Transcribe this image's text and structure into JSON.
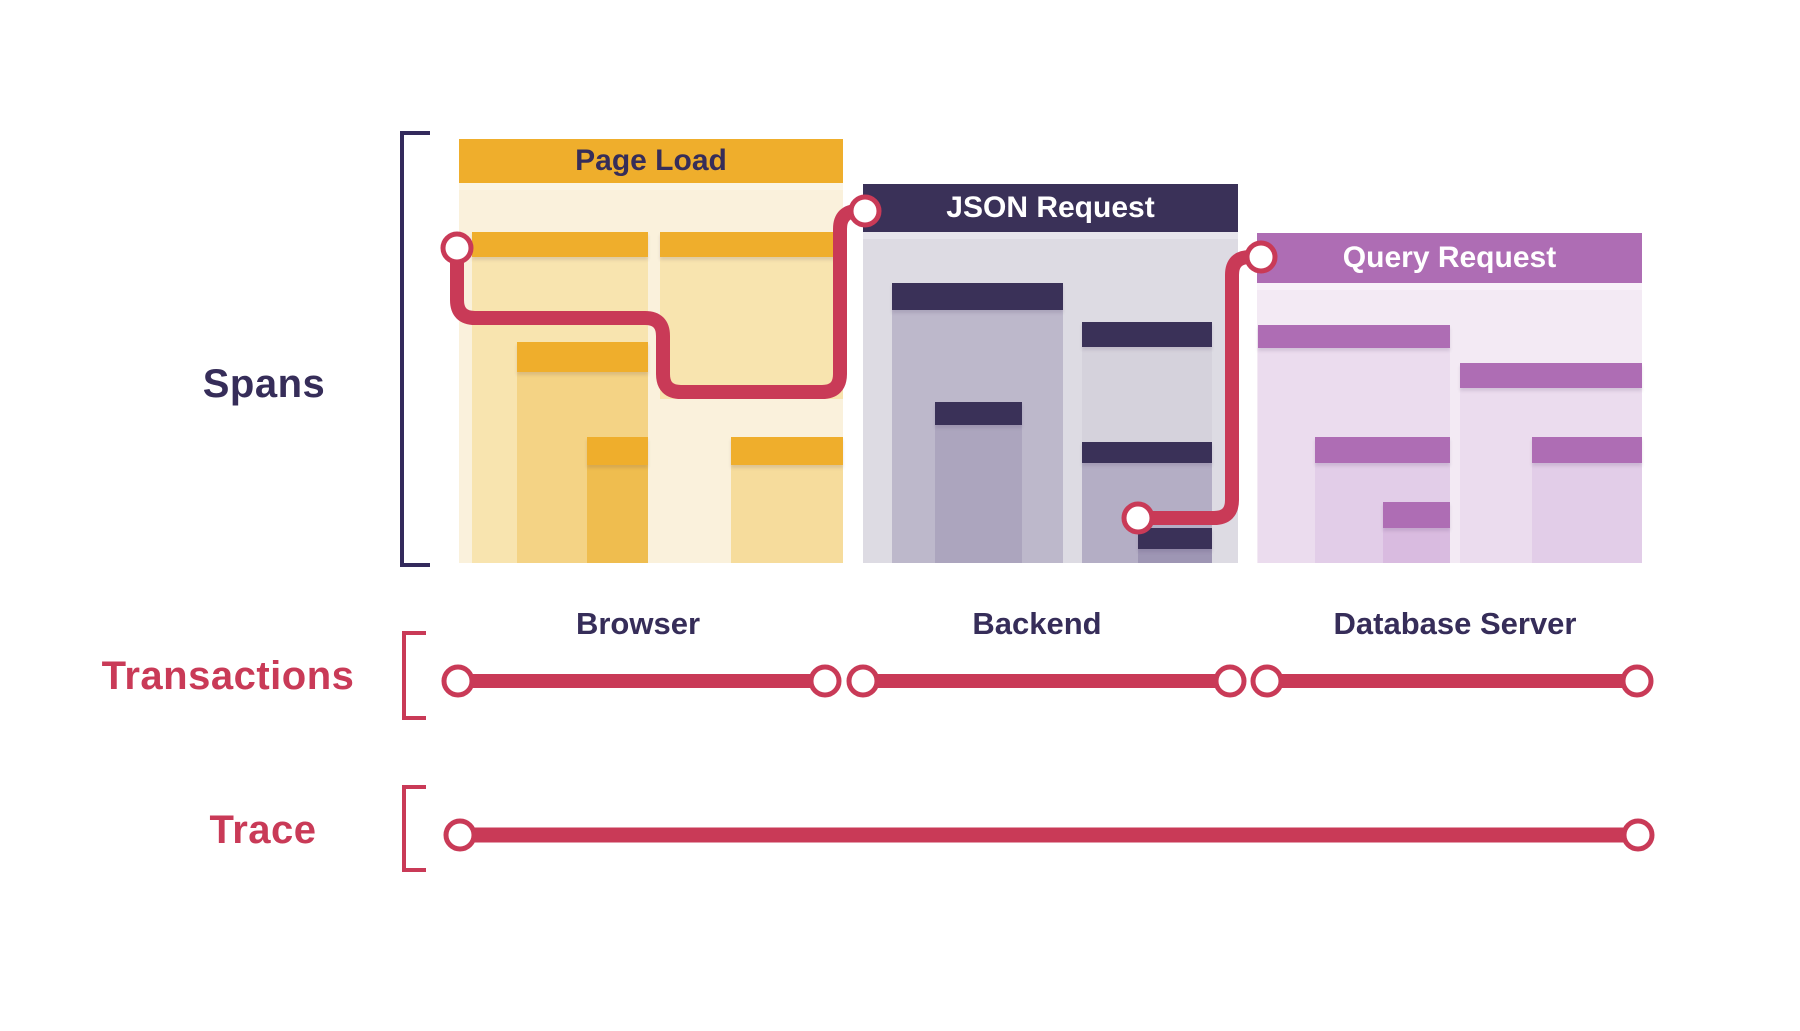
{
  "diagram": {
    "labels": {
      "spans": "Spans",
      "transactions": "Transactions",
      "trace": "Trace"
    },
    "services": [
      {
        "name": "Browser"
      },
      {
        "name": "Backend"
      },
      {
        "name": "Database Server"
      }
    ],
    "boxes": [
      {
        "title": "Page Load",
        "service": "Browser"
      },
      {
        "title": "JSON Request",
        "service": "Backend"
      },
      {
        "title": "Query Request",
        "service": "Database Server"
      }
    ],
    "colors": {
      "flow_crimson": "#C93A57",
      "navy": "#362D59",
      "gold": "#EFAE2C",
      "purple": "#AE6DB4",
      "page_load_body": "#FAF1DC",
      "json_request_body": "#DDDBE3",
      "query_request_body": "#F3EAF4",
      "request_header_text": "#FFFFFF"
    }
  }
}
